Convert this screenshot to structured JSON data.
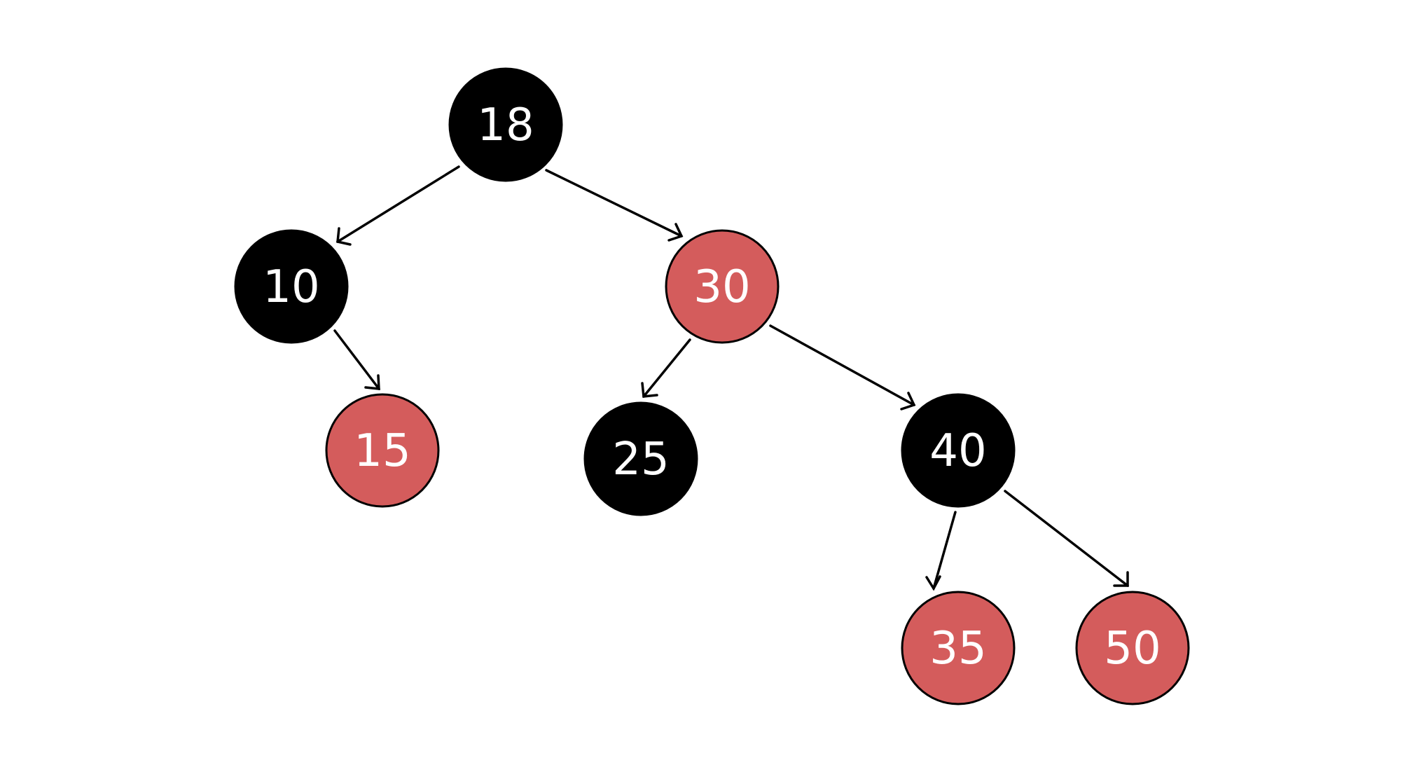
{
  "colors": {
    "black_node": "#000000",
    "red_node": "#d45c5c",
    "node_stroke": "#000000",
    "label": "#ffffff",
    "edge": "#000000"
  },
  "tree": {
    "root": "18",
    "nodes": [
      {
        "id": "n18",
        "label": "18",
        "color": "black"
      },
      {
        "id": "n10",
        "label": "10",
        "color": "black"
      },
      {
        "id": "n30",
        "label": "30",
        "color": "red"
      },
      {
        "id": "n15",
        "label": "15",
        "color": "red"
      },
      {
        "id": "n25",
        "label": "25",
        "color": "black"
      },
      {
        "id": "n40",
        "label": "40",
        "color": "black"
      },
      {
        "id": "n35",
        "label": "35",
        "color": "red"
      },
      {
        "id": "n50",
        "label": "50",
        "color": "red"
      }
    ],
    "edges": [
      {
        "from": "n18",
        "to": "n10"
      },
      {
        "from": "n18",
        "to": "n30"
      },
      {
        "from": "n10",
        "to": "n15"
      },
      {
        "from": "n30",
        "to": "n25"
      },
      {
        "from": "n30",
        "to": "n40"
      },
      {
        "from": "n40",
        "to": "n35"
      },
      {
        "from": "n40",
        "to": "n50"
      }
    ]
  }
}
